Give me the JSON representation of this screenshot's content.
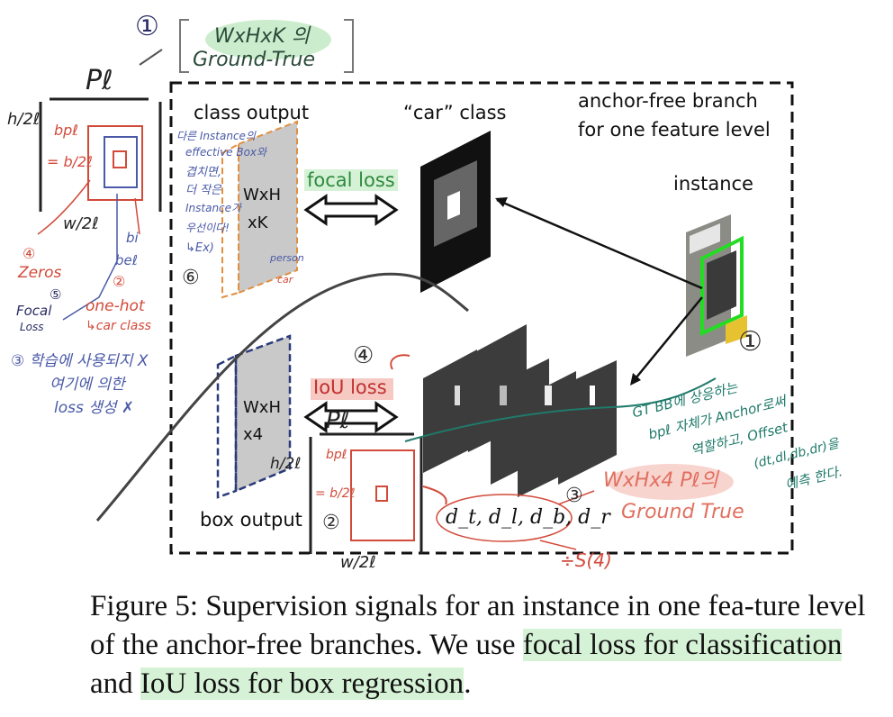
{
  "diagram": {
    "branch_title": [
      "anchor-free branch",
      "for one feature level"
    ],
    "class_output": "class output",
    "box_output": "box output",
    "car_class": "“car” class",
    "instance": "instance",
    "focal_loss": "focal loss",
    "iou_loss": "IoU loss",
    "cls_block": [
      "WxH",
      "xK"
    ],
    "box_block": [
      "WxH",
      "x4"
    ],
    "distances": "d_t, d_l, d_b, d_r"
  },
  "annotations": {
    "top_circle": "①",
    "top_note": [
      "WxHxK 의",
      "Ground-True"
    ],
    "pl_top": "Pℓ",
    "pl_bottom": "Pℓ",
    "h_label": "h/2ℓ",
    "w_label": "w/2ℓ",
    "bp": "bpℓ",
    "bp_eq": "= b/2ℓ",
    "bi": "bi",
    "be": "beℓ",
    "zeros": "Zeros",
    "focal_small": [
      "Focal",
      "Loss"
    ],
    "one_hot": [
      "one-hot",
      "↳car class"
    ],
    "c4": "④",
    "c5": "⑤",
    "c2": "②",
    "c3_left": "③ 학습에 사용되지 X",
    "c3_left_2": "여기에 의한",
    "c3_left_3": "loss 생성 ✗",
    "c6": "⑥",
    "blue_note": [
      "다른 Instance의",
      "effective Box와",
      "겹치면,",
      "더 작은",
      "Instance가",
      "우선이다!",
      "↳Ex)"
    ],
    "person": "person",
    "car": "car",
    "iou_circle": "④",
    "right_circle": "①",
    "green_note": [
      "GT BB에 상응하는",
      "bpℓ 자체가 Anchor로써",
      "역할하고, Offset",
      "(dt,dl,db,dr)을",
      "예측 한다."
    ],
    "c3_right": "③",
    "red_note": [
      "WxHx4 Pℓ의",
      "Ground True"
    ],
    "s4": "÷S(4)",
    "c2_bottom": "②",
    "w2_bottom": "w/2ℓ"
  },
  "caption": {
    "part1": "Figure 5: Supervision signals for an instance in one fea-ture level of the anchor-free branches. We use ",
    "hl1": "focal loss for classification",
    "part2": " and ",
    "hl2": "IoU loss for box regression",
    "part3": "."
  },
  "colors": {
    "blue_ink": "#4a5aa8",
    "red_ink": "#d24a3a",
    "green_ink": "#1f7a6a",
    "highlight": "#d6f2d6",
    "pink_highlight": "#f6c9c3",
    "gray_block": "#c8c8c8",
    "dark_map": "#3a3a3a"
  }
}
